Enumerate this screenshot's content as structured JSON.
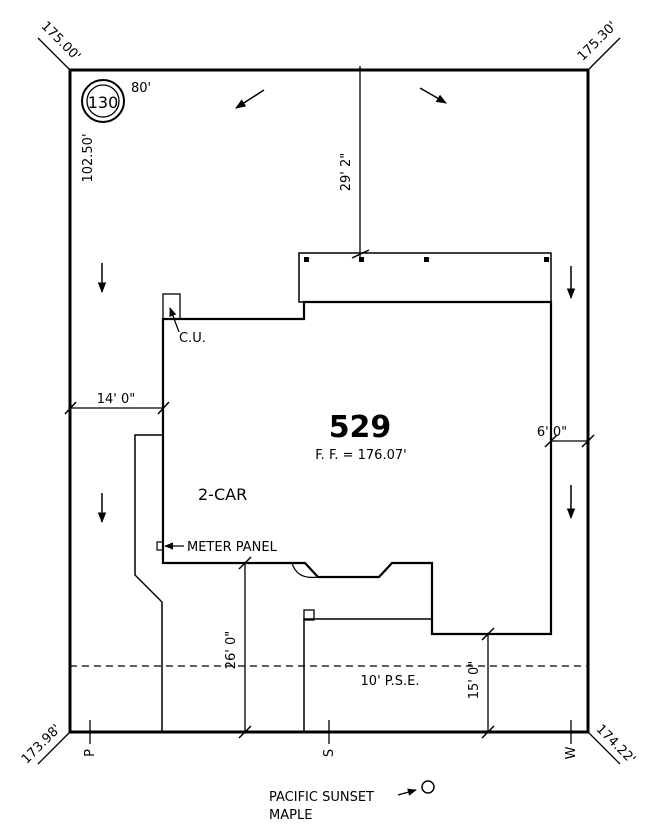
{
  "lot": {
    "number": "130",
    "width_label": "80'",
    "depth_label": "102.50'",
    "corner_elevations": {
      "top_left": "175.00'",
      "top_right": "175.30'",
      "bottom_left": "173.98'",
      "bottom_right": "174.22'"
    }
  },
  "house": {
    "plan_number": "529",
    "finish_floor": "F. F. = 176.07'",
    "garage_label": "2-CAR",
    "cu_label": "C.U.",
    "meter_label": "METER PANEL"
  },
  "dimensions": {
    "rear_setback": "29' 2\"",
    "left_setback": "14' 0\"",
    "right_setback": "6' 0\"",
    "garage_setback": "26' 0\"",
    "front_setback": "15' 0\""
  },
  "easement_label": "10' P.S.E.",
  "utility_markers": {
    "p": "P",
    "s": "S",
    "w": "W"
  },
  "tree_label_line1": "PACIFIC SUNSET",
  "tree_label_line2": "MAPLE"
}
